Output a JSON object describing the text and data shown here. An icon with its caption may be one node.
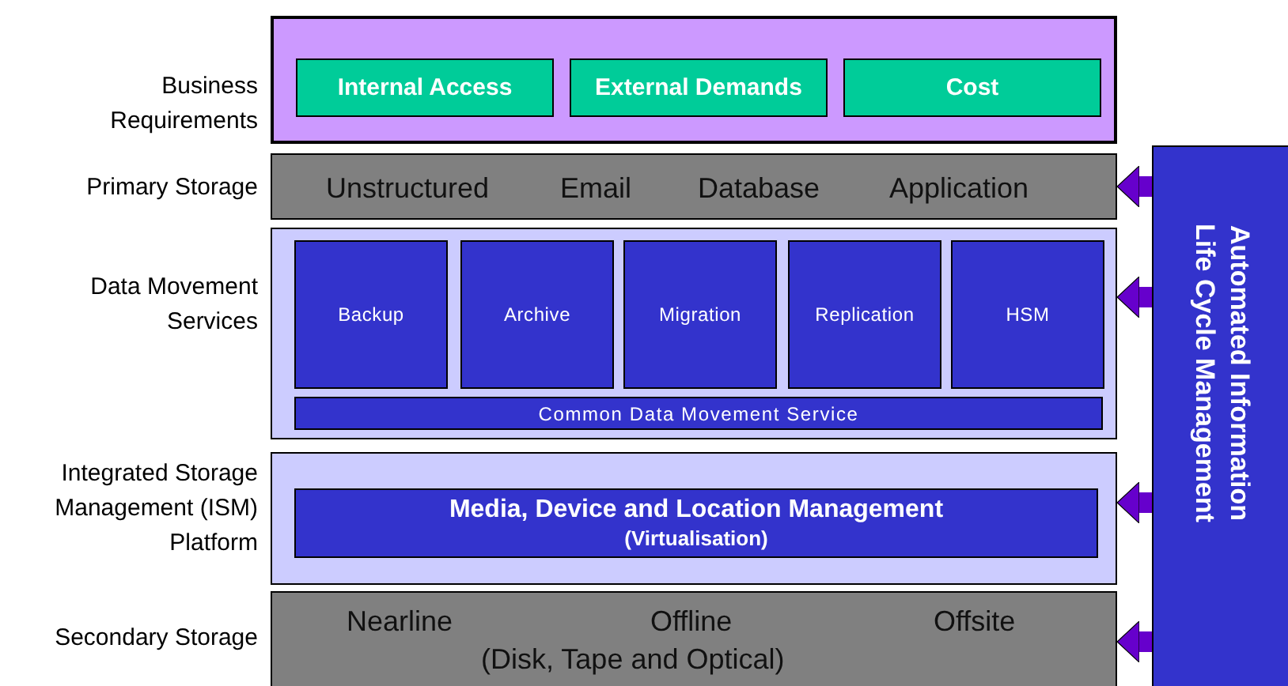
{
  "diagram": {
    "nodes": [
      {
        "text": [],
        "shape": "box",
        "beside": [
          "Business Requirements"
        ]
      },
      {
        "text": [
          "Internal Access"
        ],
        "in": 0
      },
      {
        "text": [
          "External Demands"
        ],
        "in": 0
      },
      {
        "text": [
          "Cost"
        ],
        "in": 0
      },
      {
        "text": [
          "Unstructured",
          "Email",
          "Database",
          "Application"
        ],
        "beside": [
          "Primary Storage"
        ]
      },
      {
        "text": [],
        "shape": "box",
        "beside": [
          "Data Movement Services"
        ]
      },
      {
        "text": [
          "Backup"
        ],
        "in": 5
      },
      {
        "text": [
          "Archive"
        ],
        "in": 5
      },
      {
        "text": [
          "Migration"
        ],
        "in": 5
      },
      {
        "text": [
          "Replication"
        ],
        "in": 5
      },
      {
        "text": [
          "HSM"
        ],
        "in": 5
      },
      {
        "text": [
          "Common Data Movement Service"
        ],
        "in": 5
      },
      {
        "text": [],
        "shape": "box",
        "beside": [
          "Integrated Storage Management (ISM) Platform"
        ]
      },
      {
        "text": [
          "Media, Device and Location Management",
          "(Virtualisation)"
        ],
        "in": 12
      },
      {
        "text": [
          "Nearline",
          "Offline",
          "Offsite",
          "(Disk, Tape and Optical)"
        ],
        "beside": [
          "Secondary Storage"
        ]
      },
      {
        "text": [
          "Automated Information Life Cycle Management"
        ]
      }
    ],
    "edges": [
      {
        "from": 15,
        "to": 4,
        "arrow": "to"
      },
      {
        "from": 15,
        "to": 5,
        "arrow": "to"
      },
      {
        "from": 15,
        "to": 12,
        "arrow": "to"
      },
      {
        "from": 15,
        "to": 14,
        "arrow": "to"
      }
    ]
  }
}
